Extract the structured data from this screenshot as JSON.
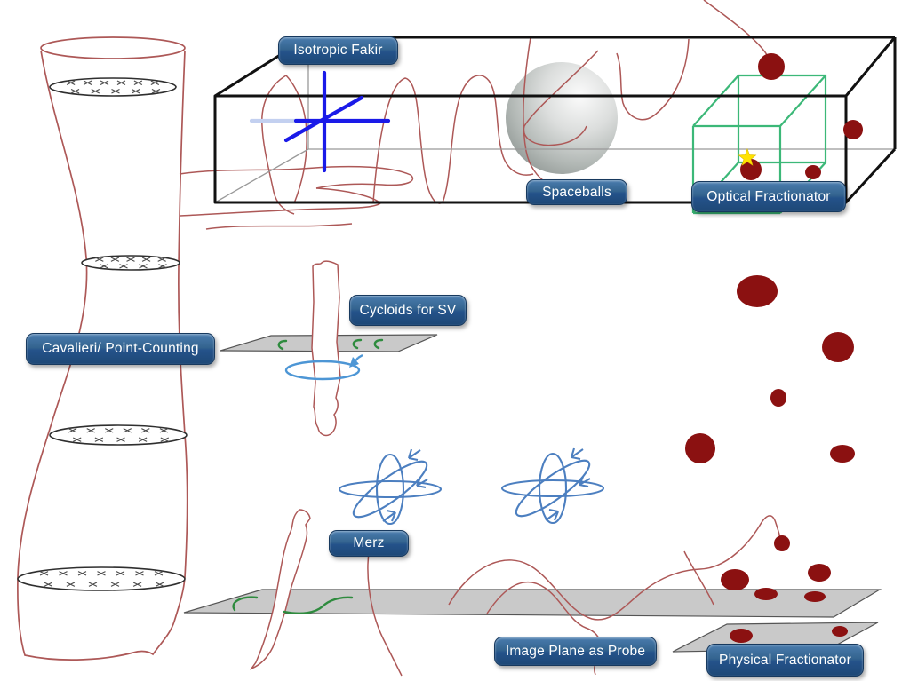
{
  "labels": [
    {
      "id": "isotropic-fakir",
      "text": "Isotropic Fakir"
    },
    {
      "id": "spaceballs",
      "text": "Spaceballs"
    },
    {
      "id": "optical-fractionator",
      "text": "Optical Fractionator"
    },
    {
      "id": "cavalieri-point-counting",
      "text": "Cavalieri/ Point-Counting"
    },
    {
      "id": "cycloids-for-sv",
      "text": "Cycloids for SV"
    },
    {
      "id": "merz",
      "text": "Merz"
    },
    {
      "id": "image-plane-as-probe",
      "text": "Image Plane as Probe"
    },
    {
      "id": "physical-fractionator",
      "text": "Physical Fractionator"
    }
  ],
  "colors": {
    "label_gradient_top": "#4a7cae",
    "label_gradient_bottom": "#1e4876",
    "label_border": "#17395e",
    "label_text": "#ffffff",
    "cell_red": "#8b1111",
    "tissue_outline_red": "#ad5857",
    "probe_blue": "#1a1ae8",
    "probe_pale_blue": "#c3d0f0",
    "rotation_blue": "#4d96d5",
    "merz_blue": "#4c7fc0",
    "counting_frame_green": "#3cb878",
    "cycloid_green": "#2e8b3e",
    "plane_gray": "#c9c9c9",
    "plane_edge_gray": "#555555",
    "box_edge_black": "#111111",
    "hidden_edge_gray": "#999999",
    "star_yellow": "#ffe200"
  },
  "icons": {
    "isotropic_fakir_probe": "blue-3d-line-cross",
    "spaceballs_probe": "gray-sphere",
    "counting_frame": "green-wireframe-cube",
    "counted_cell_marker": "yellow-star",
    "point_counting_marks": "x-cross-grid",
    "vertical_rotation_axis": "blue-ellipse-arrow",
    "merz_probe": "three-axis-rotation-ellipses",
    "cell": "dark-red-blob"
  }
}
